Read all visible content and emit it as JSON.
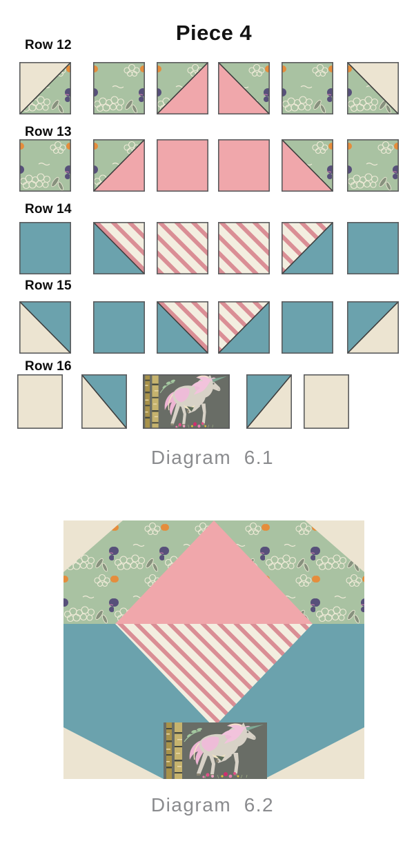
{
  "title": "Piece 4",
  "captions": {
    "diagram1": "Diagram  6.1",
    "diagram2": "Diagram  6.2"
  },
  "colors": {
    "cream": "#ece4d1",
    "green": "#a9c2a2",
    "pink": "#f0a7ab",
    "teal": "#6ba2ad",
    "stripe_pink": "#da8e95",
    "stripe_cream": "#f3eee0",
    "panel_gray": "#696d66",
    "square_border": "#5a5b5d",
    "diagonal_line": "#3e3e3e",
    "title_text": "#131313",
    "label_text": "#0c0c0c",
    "caption_text": "#8a8b8e"
  },
  "fabrics": {
    "cream": "cream-solid",
    "green": "sage-clouds-floral-print",
    "pink": "blush-pink-solid",
    "teal": "teal-solid",
    "stripe": "pink-candy-stripe-print",
    "unicorn": "unicorn-panel-print"
  },
  "rows": [
    {
      "label": "Row 12",
      "cells": [
        {
          "type": "hst",
          "diag": "/",
          "nw": "cream",
          "se": "green"
        },
        {
          "type": "solid",
          "fabric": "green"
        },
        {
          "type": "hst",
          "diag": "/",
          "nw": "green",
          "se": "pink"
        },
        {
          "type": "hst",
          "diag": "\\",
          "ne": "green",
          "sw": "pink"
        },
        {
          "type": "solid",
          "fabric": "green"
        },
        {
          "type": "hst",
          "diag": "\\",
          "ne": "cream",
          "sw": "green"
        }
      ]
    },
    {
      "label": "Row 13",
      "cells": [
        {
          "type": "solid",
          "fabric": "green"
        },
        {
          "type": "hst",
          "diag": "/",
          "nw": "green",
          "se": "pink"
        },
        {
          "type": "solid",
          "fabric": "pink"
        },
        {
          "type": "solid",
          "fabric": "pink"
        },
        {
          "type": "hst",
          "diag": "\\",
          "ne": "green",
          "sw": "pink"
        },
        {
          "type": "solid",
          "fabric": "green"
        }
      ]
    },
    {
      "label": "Row 14",
      "cells": [
        {
          "type": "solid",
          "fabric": "teal"
        },
        {
          "type": "hst",
          "diag": "\\",
          "ne": "stripe",
          "sw": "teal"
        },
        {
          "type": "solid",
          "fabric": "stripe"
        },
        {
          "type": "solid",
          "fabric": "stripe"
        },
        {
          "type": "hst",
          "diag": "/",
          "nw": "stripe",
          "se": "teal"
        },
        {
          "type": "solid",
          "fabric": "teal"
        }
      ]
    },
    {
      "label": "Row 15",
      "cells": [
        {
          "type": "hst",
          "diag": "\\",
          "ne": "teal",
          "sw": "cream"
        },
        {
          "type": "solid",
          "fabric": "teal"
        },
        {
          "type": "hst",
          "diag": "\\",
          "ne": "stripe",
          "sw": "teal"
        },
        {
          "type": "hst",
          "diag": "/",
          "nw": "stripe",
          "se": "teal"
        },
        {
          "type": "solid",
          "fabric": "teal"
        },
        {
          "type": "hst",
          "diag": "/",
          "nw": "teal",
          "se": "cream"
        }
      ]
    },
    {
      "label": "Row 16",
      "cells": [
        {
          "type": "solid",
          "fabric": "cream"
        },
        {
          "type": "hst",
          "diag": "\\",
          "ne": "teal",
          "sw": "cream"
        },
        {
          "type": "panel",
          "fabric": "unicorn"
        },
        {
          "type": "hst",
          "diag": "/",
          "nw": "teal",
          "se": "cream"
        },
        {
          "type": "solid",
          "fabric": "cream"
        }
      ]
    }
  ],
  "assembly": {
    "regions": [
      {
        "name": "background",
        "fabric": "cream"
      },
      {
        "name": "top-band",
        "fabric": "green"
      },
      {
        "name": "corner-top-left",
        "fabric": "cream"
      },
      {
        "name": "corner-top-right",
        "fabric": "cream"
      },
      {
        "name": "center-triangle-up",
        "fabric": "pink"
      },
      {
        "name": "middle-band-chevron",
        "fabric": "teal"
      },
      {
        "name": "corner-bottom-left",
        "fabric": "cream"
      },
      {
        "name": "corner-bottom-right",
        "fabric": "cream"
      },
      {
        "name": "stripe-triangle-down",
        "fabric": "stripe"
      },
      {
        "name": "unicorn-panel",
        "fabric": "unicorn"
      }
    ]
  },
  "unicorn_panel_colors": {
    "body": "#d8d2c7",
    "mane": "#f2c3dc",
    "patch": "#eebcd8",
    "accent_cream": "#f4e6c4",
    "horn": "#7fa894",
    "trunk_gold": "#a8924a",
    "trunk_light": "#c6b36e",
    "leaf": "#a4c8a0",
    "flower_magenta": "#ce2f6e",
    "flower_pink": "#e77fb0",
    "flower_yellow": "#e2c23c"
  }
}
